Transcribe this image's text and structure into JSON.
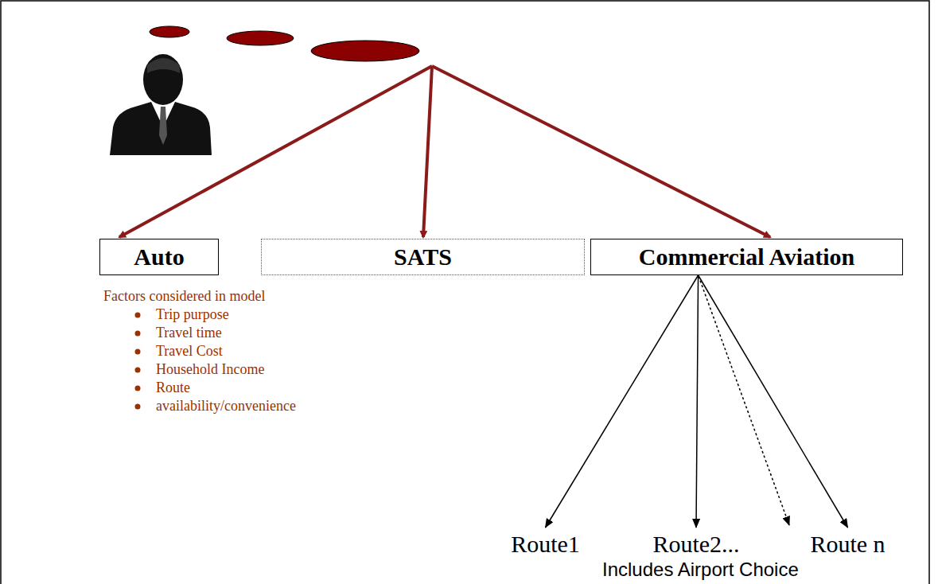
{
  "diagram": {
    "nodes": [
      {
        "text": [
          "Auto"
        ]
      },
      {
        "text": [
          "SATS"
        ]
      },
      {
        "text": [
          "Commercial Aviation"
        ]
      },
      {
        "text": [
          "Route1"
        ]
      },
      {
        "text": [
          "Route2..."
        ]
      },
      {
        "text": [
          "Route n"
        ]
      }
    ],
    "edges": [
      {
        "from": 2,
        "to": 3,
        "arrow": "to"
      },
      {
        "from": 2,
        "to": 4,
        "arrow": "to"
      },
      {
        "from": 2,
        "to": 5,
        "arrow": "to"
      }
    ],
    "labels": [
      "Factors considered in model",
      "Trip purpose",
      "Travel time",
      "Travel Cost",
      "Household Income",
      "Route",
      "availability/convenience",
      "Includes Airport Choice"
    ]
  }
}
